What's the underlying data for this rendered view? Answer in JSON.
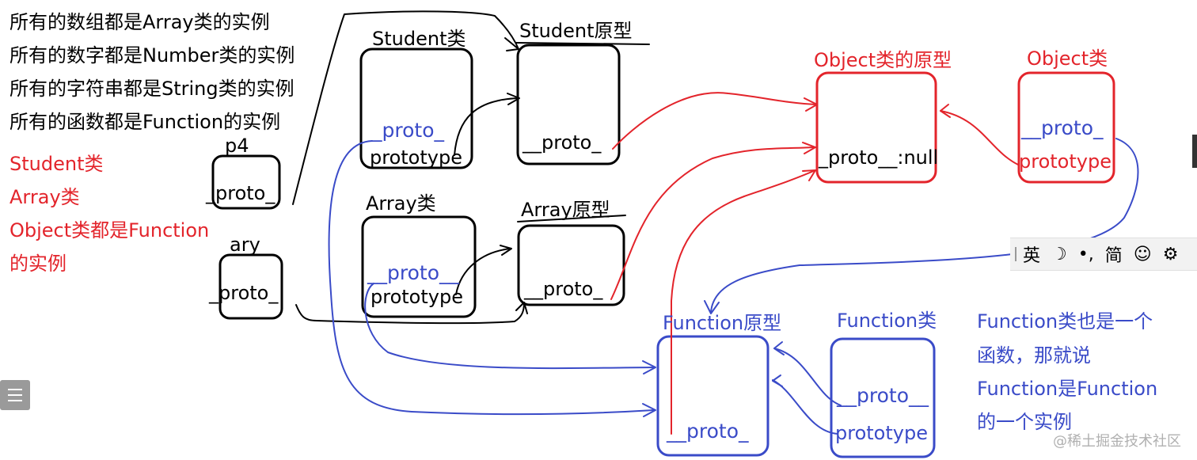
{
  "notes_black": [
    "所有的数组都是Array类的实例",
    "所有的数字都是Number类的实例",
    "所有的字符串都是String类的实例",
    "所有的函数都是Function的实例"
  ],
  "notes_red": [
    "Student类",
    "Array类",
    "Object类都是Function",
    "的实例"
  ],
  "labels": {
    "p4": "p4",
    "ary": "ary",
    "proto": "_proto_",
    "dunder_proto": "__proto__",
    "dunder_proto_spaced": "__proto_",
    "student_class": "Student类",
    "student_proto_title": "Student原型",
    "array_class": "Array类",
    "array_proto_title": "Array原型",
    "object_proto_title": "Object类的原型",
    "object_class": "Object类",
    "function_proto_title": "Function原型",
    "function_class": "Function类",
    "prototype": "prototype",
    "proto_null": "_proto__:null"
  },
  "function_note": [
    "Function类也是一个",
    "函数，那就说",
    "Function是Function",
    "的一个实例"
  ],
  "ime_toolbar": {
    "lang": "英",
    "moon": "☽",
    "punct": "•,",
    "mode": "简",
    "emoji": "☺",
    "settings": "⚙"
  },
  "watermark": "@稀土掘金技术社区",
  "colors": {
    "black": "#000000",
    "red": "#e3242b",
    "blue": "#3a4bc8"
  }
}
